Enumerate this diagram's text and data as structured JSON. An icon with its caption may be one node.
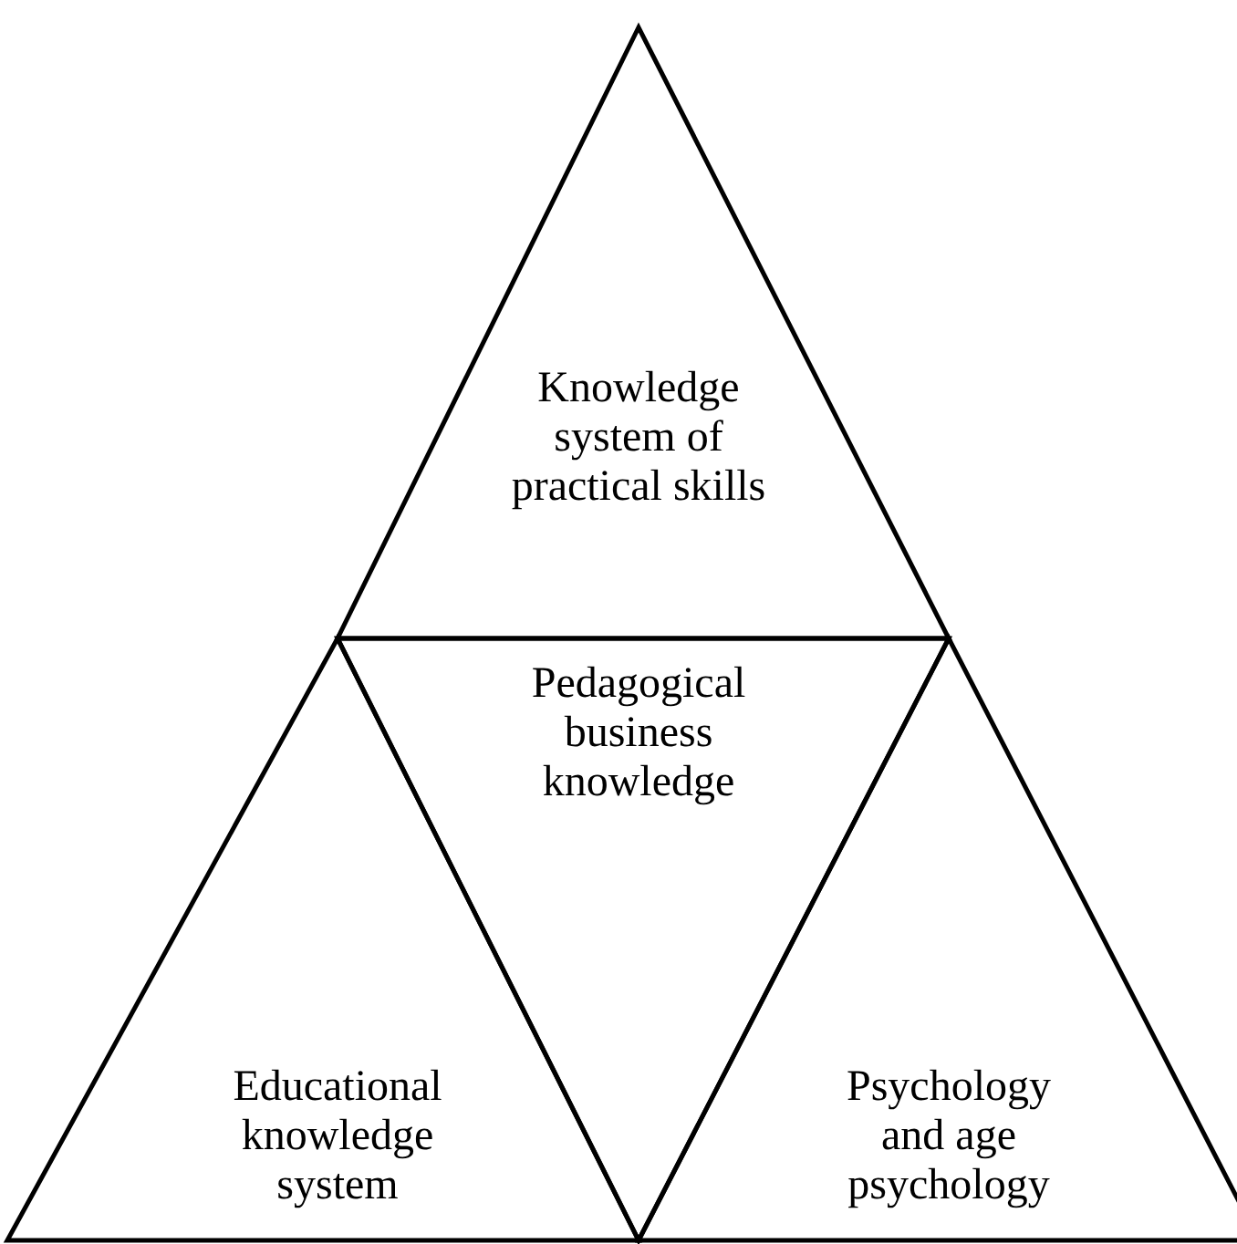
{
  "diagram": {
    "nodes": [
      {
        "text": [
          "Knowledge system of practical skills"
        ]
      },
      {
        "text": [
          "Pedagogical business knowledge"
        ]
      },
      {
        "text": [
          "Educational knowledge system"
        ]
      },
      {
        "text": [
          "Psychology and age psychology"
        ]
      }
    ]
  }
}
